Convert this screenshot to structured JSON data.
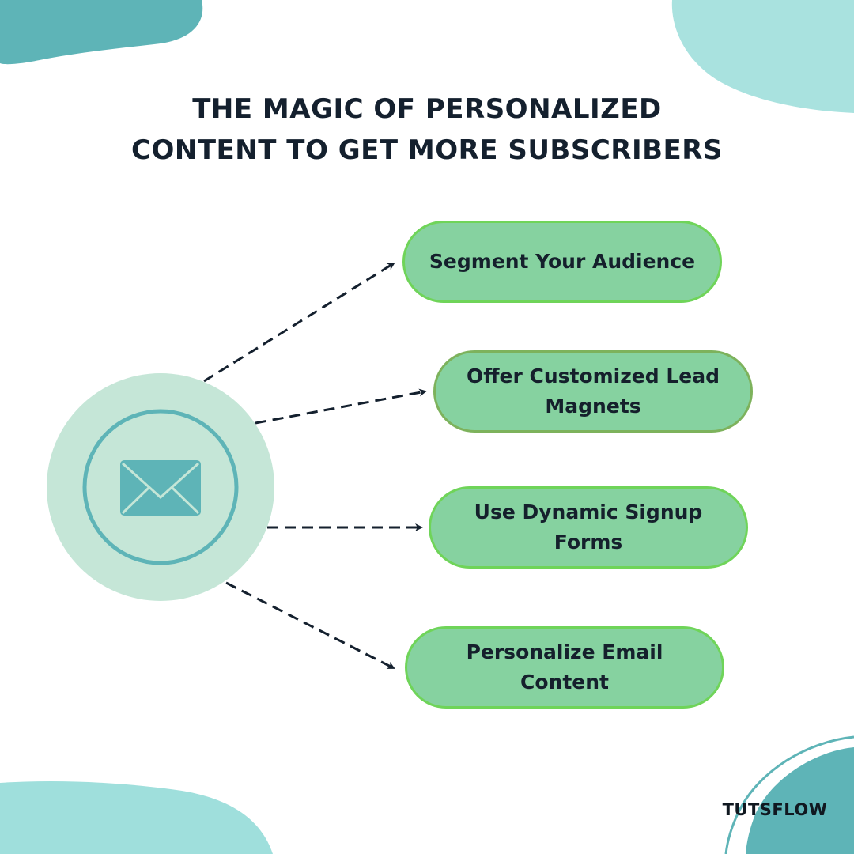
{
  "title": {
    "line1": "THE MAGIC OF PERSONALIZED",
    "line2": "CONTENT TO GET MORE SUBSCRIBERS"
  },
  "center": {
    "icon": "envelope-icon"
  },
  "nodes": [
    {
      "label": "Segment Your Audience"
    },
    {
      "label": "Offer Customized Lead Magnets"
    },
    {
      "label": "Use Dynamic Signup Forms"
    },
    {
      "label": "Personalize Email Content"
    }
  ],
  "brand": "TUTSFLOW",
  "colors": {
    "teal": "#5eb4b7",
    "light_teal": "#9fdfdc",
    "circle_fill": "#c5e6d7",
    "pill_fill": "#86d2a0",
    "pill_border": "#6fd459",
    "text_dark": "#14202e"
  }
}
